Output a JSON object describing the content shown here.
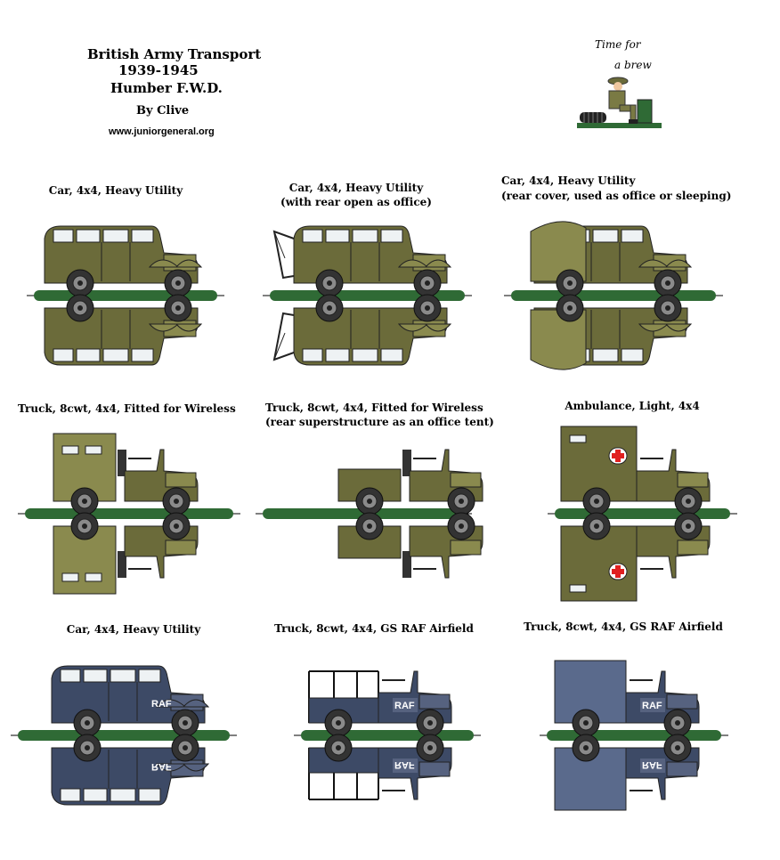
{
  "title": {
    "line1": "British Army Transport",
    "line2": "1939-1945",
    "line3": "Humber F.W.D.",
    "author": "By Clive",
    "url": "www.juniorgeneral.org"
  },
  "tagline": {
    "line1": "Time for",
    "line2": "a brew"
  },
  "rows": [
    [
      {
        "label": "Car, 4x4, Heavy Utility",
        "sub": "",
        "variant": "car"
      },
      {
        "label": "Car, 4x4, Heavy Utility",
        "sub": "(with rear open as office)",
        "variant": "car-open"
      },
      {
        "label": "Car, 4x4, Heavy Utility",
        "sub": "(rear cover, used as office or sleeping)",
        "variant": "car-cover"
      }
    ],
    [
      {
        "label": "Truck, 8cwt, 4x4, Fitted for Wireless",
        "sub": "",
        "variant": "truck-wireless"
      },
      {
        "label": "Truck, 8cwt, 4x4, Fitted for Wireless",
        "sub": "(rear superstructure as an office tent)",
        "variant": "truck-tent"
      },
      {
        "label": "Ambulance, Light, 4x4",
        "sub": "",
        "variant": "ambulance"
      }
    ],
    [
      {
        "label": "Car, 4x4, Heavy Utility",
        "sub": "",
        "variant": "raf-car"
      },
      {
        "label": "Truck, 8cwt, 4x4, GS RAF Airfield",
        "sub": "",
        "variant": "raf-truck-open"
      },
      {
        "label": "Truck, 8cwt, 4x4, GS RAF Airfield",
        "sub": "",
        "variant": "raf-truck-cover"
      }
    ]
  ],
  "badge_text": "RAF",
  "colors": {
    "olive": "#6b6b3a",
    "olive_light": "#8a8a4e",
    "khaki": "#8f8f56",
    "raf_blue": "#3d4a66",
    "raf_light": "#56627f",
    "base_green": "#2f6a35",
    "window": "#eef2f4",
    "tyre": "#333333",
    "cross": "#e02020"
  }
}
